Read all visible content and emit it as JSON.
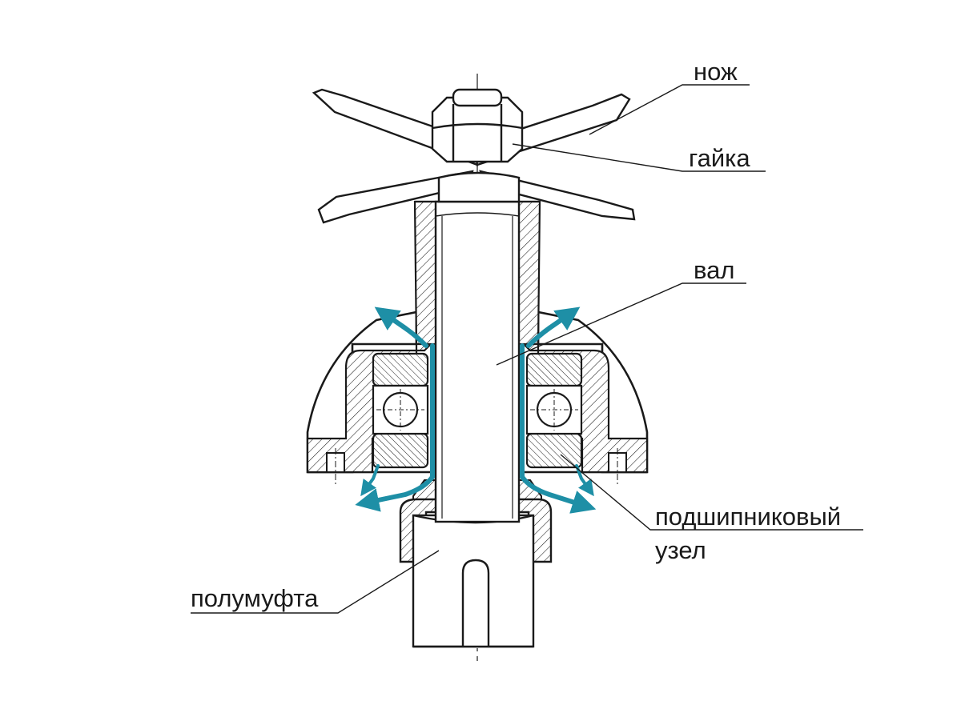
{
  "labels": {
    "knife": "нож",
    "nut": "гайка",
    "shaft": "вал",
    "bearing_line1": "подшипниковый",
    "bearing_line2": "узел",
    "coupling": "полумуфта"
  },
  "colors": {
    "line": "#1a1a1a",
    "flow_arrow": "#1e8fa6",
    "background": "#ffffff"
  }
}
